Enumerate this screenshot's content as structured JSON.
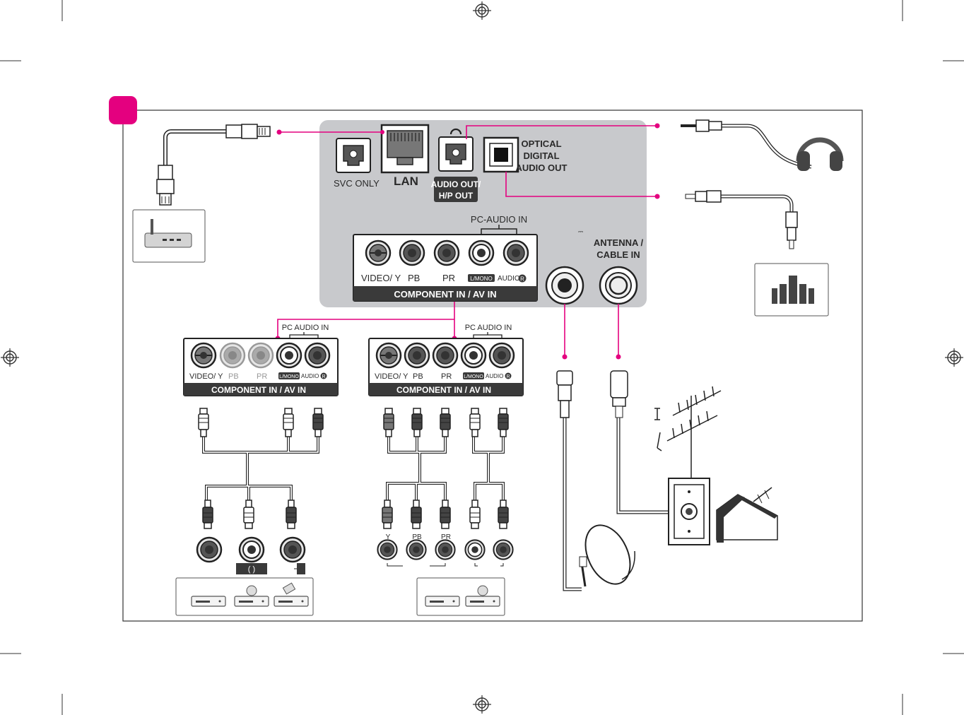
{
  "colors": {
    "accent": "#e4007f",
    "panel": "#c8c9cc",
    "dark_bar": "#3a3a3a",
    "frame": "#333333"
  },
  "tv_panel": {
    "svc_only": "SVC ONLY",
    "lan": "LAN",
    "audio_out_line1": "AUDIO OUT/",
    "audio_out_line2": "H/P OUT",
    "optical_line1": "OPTICAL",
    "optical_line2": "DIGITAL",
    "optical_line3": "AUDIO OUT",
    "pc_audio_in": "PC-AUDIO IN",
    "video_y": "VIDEO/ Y",
    "pb": "PB",
    "pr": "PR",
    "l_mono": "L/MONO",
    "audio": "AUDIO",
    "audio_r": "R",
    "component_bar": "COMPONENT IN / AV IN",
    "dc_symbol": "⎓",
    "antenna_line1": "ANTENNA /",
    "antenna_line2": "CABLE IN"
  },
  "left_panel": {
    "pc_audio_in": "PC AUDIO IN",
    "video_y": "VIDEO/ Y",
    "pb": "PB",
    "pr": "PR",
    "l_mono": "L/MONO",
    "audio": "AUDIO",
    "audio_r": "R",
    "component_bar": "COMPONENT IN / AV IN",
    "bottom_mark": "(        )"
  },
  "mid_panel": {
    "pc_audio_in": "PC AUDIO IN",
    "video_y": "VIDEO/ Y",
    "pb": "PB",
    "pr": "PR",
    "l_mono": "L/MONO",
    "audio": "AUDIO",
    "audio_r": "R",
    "component_bar": "COMPONENT IN / AV IN",
    "y_label": "Y",
    "pb_label": "PB",
    "pr_label": "PR"
  },
  "icons": [
    "registration-mark-icon",
    "router-icon",
    "headphones-icon",
    "speaker-system-icon",
    "dvd-player-icon",
    "antenna-icon",
    "satellite-dish-icon",
    "house-icon",
    "wall-outlet-icon"
  ]
}
